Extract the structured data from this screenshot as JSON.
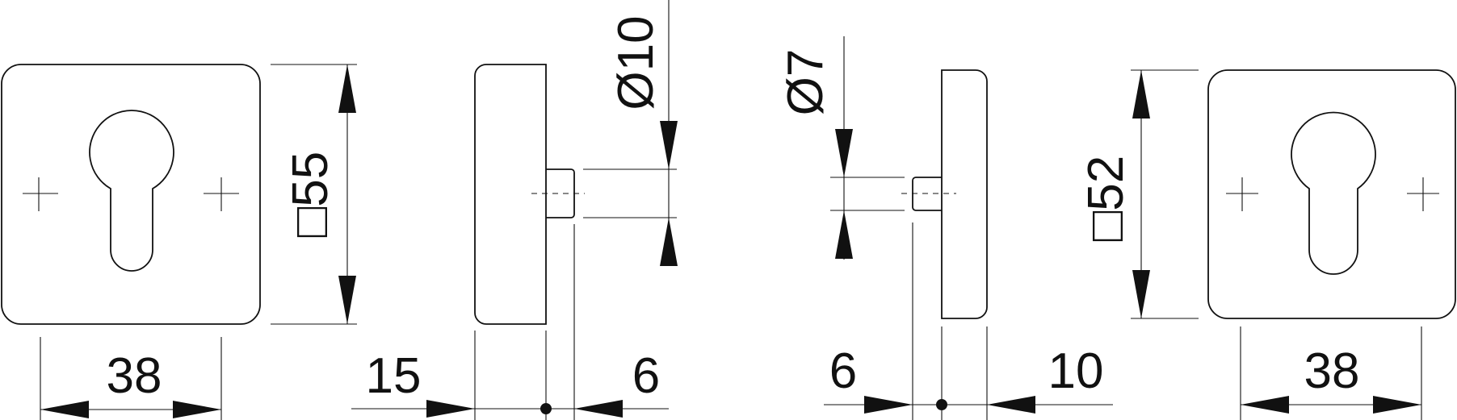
{
  "dimensions": {
    "left_width": "38",
    "left_square": "□55",
    "left_depth": "15",
    "left_spacer": "6",
    "left_diameter": "Ø10",
    "right_diameter": "Ø7",
    "right_spacer": "6",
    "right_depth": "10",
    "right_square": "□52",
    "right_width": "38"
  },
  "colors": {
    "line": "#111111",
    "background": "#ffffff"
  }
}
